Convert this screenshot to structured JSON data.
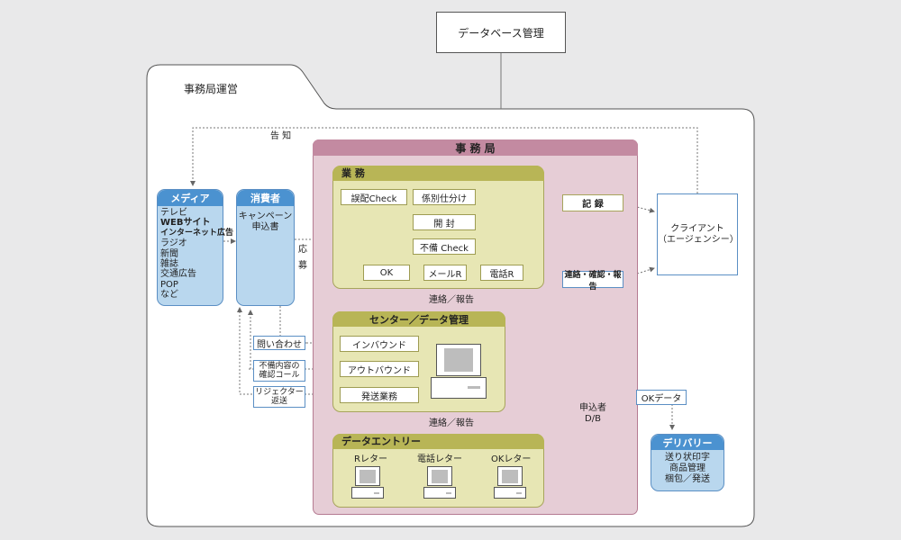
{
  "title_top": "データベース管理",
  "org_label": "事務局運営",
  "notice_label": "告 知",
  "jimukyoku_title": "事 務 局",
  "gyomu": {
    "title": "業 務",
    "kaihai": "誤配Check",
    "kakari": "係別仕分け",
    "kaifu": "開 封",
    "fubi_check": "不備 Check",
    "ok": "OK",
    "mail_r": "メールR",
    "denwa_r": "電話R"
  },
  "kiroku": "記 録",
  "renraku_kakunin": "連絡・確認・報告",
  "client": {
    "line1": "クライアント",
    "line2": "（エージェンシー）"
  },
  "media": {
    "title": "メディア",
    "items": [
      "テレビ",
      "WEBサイト",
      "インターネット広告",
      "ラジオ",
      "新聞",
      "雑誌",
      "交通広告",
      "POP",
      "など"
    ]
  },
  "consumer": {
    "title": "消費者",
    "line1": "キャンペーン",
    "line2": "申込書"
  },
  "oubo": {
    "c1": "応",
    "c2": "募"
  },
  "renraku1": "連絡／報告",
  "renraku2": "連絡／報告",
  "center": {
    "title": "センター／データ管理",
    "inbound": "インバウンド",
    "outbound": "アウトバウンド",
    "hassou": "発送業務"
  },
  "toiawase": "問い合わせ",
  "fubi": {
    "line1": "不備内容の",
    "line2": "確認コール"
  },
  "reject": {
    "line1": "リジェクター",
    "line2": "返送"
  },
  "db": {
    "line1": "申込者",
    "line2": "D/B"
  },
  "ok_data": "OKデータ",
  "delivery": {
    "title": "デリバリー",
    "line1": "送り状印字",
    "line2": "商品管理",
    "line3": "梱包／発送"
  },
  "entry": {
    "title": "データエントリー",
    "r_letter": "Rレター",
    "denwa_letter": "電話レター",
    "ok_letter": "OKレター"
  }
}
